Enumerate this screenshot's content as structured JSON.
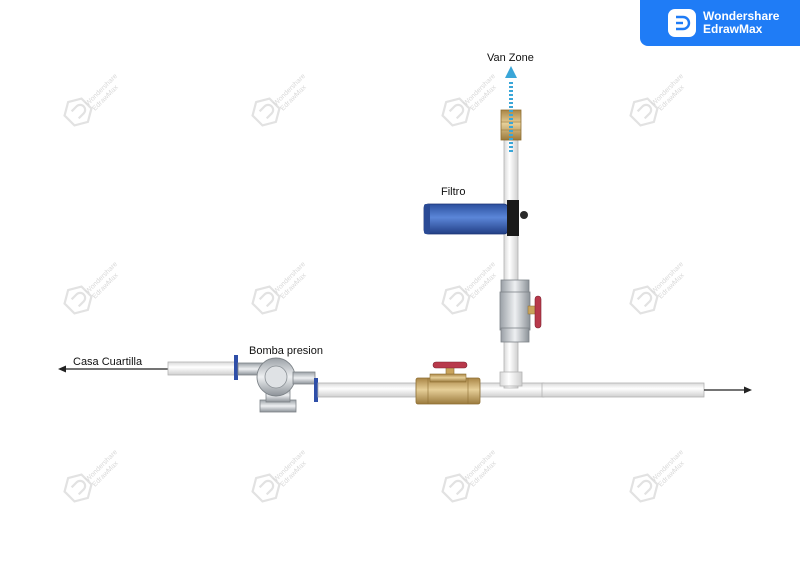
{
  "brand": {
    "line1": "Wondershare",
    "line2": "EdrawMax",
    "color": "#1f7cf6",
    "icon": "edrawmax-logo-icon"
  },
  "watermark": {
    "line1": "Wondershare",
    "line2": "EdrawMax",
    "icon": "edrawmax-watermark-icon"
  },
  "labels": {
    "casa": "Casa Cuartilla",
    "bomba": "Bomba presion",
    "filtro": "Filtro",
    "van": "Van Zone"
  },
  "colors": {
    "pipe": "#f2f2f2",
    "pipe_edge": "#b3b3b3",
    "filter_body": "#3f6cc4",
    "valve_brass": "#c8a45e",
    "valve_handle": "#b8394b",
    "flow_arrow": "#3aa6d8"
  }
}
